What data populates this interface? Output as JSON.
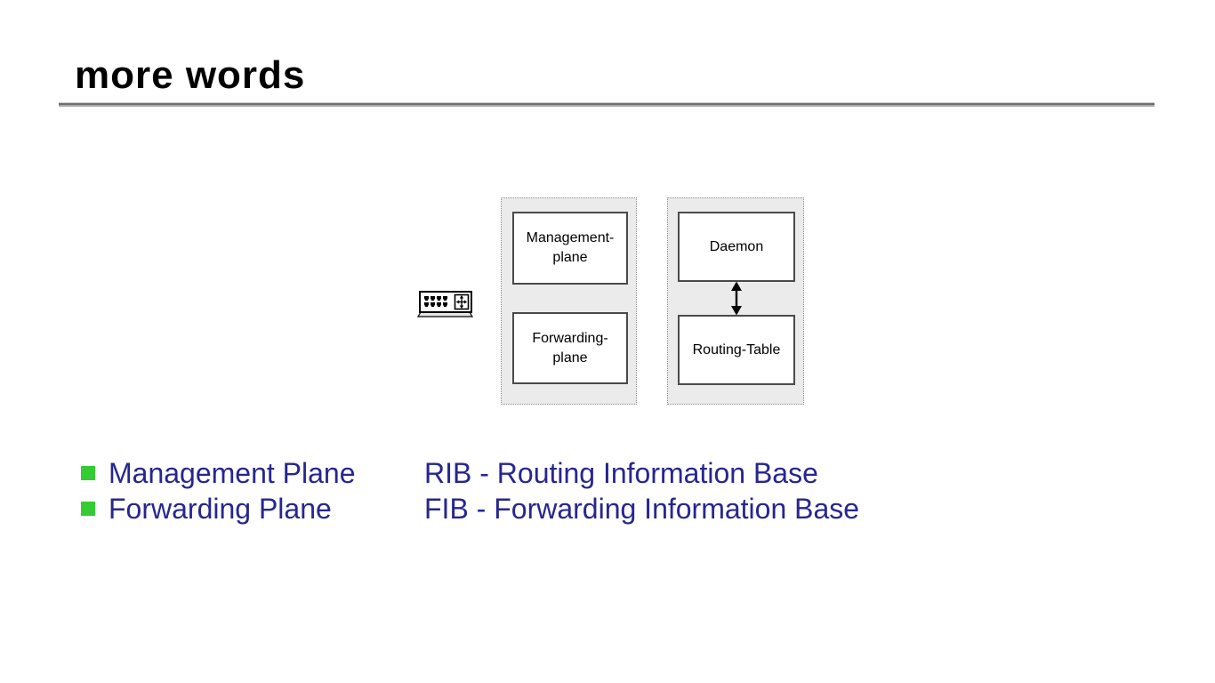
{
  "slide": {
    "title": "more words"
  },
  "diagram": {
    "router_icon": "router-device-icon",
    "left_group": {
      "top_box": {
        "label": "Management-\nplane"
      },
      "bottom_box": {
        "label": "Forwarding-\nplane"
      }
    },
    "right_group": {
      "top_box": {
        "label": "Daemon"
      },
      "bottom_box": {
        "label": "Routing-Table"
      },
      "connector": "vertical-double-arrow"
    }
  },
  "bullets": [
    {
      "term": "Management Plane",
      "definition": "RIB - Routing Information Base"
    },
    {
      "term": "Forwarding Plane",
      "definition": "FIB - Forwarding Information Base"
    }
  ],
  "colors": {
    "body_text_blue": "#26268f",
    "bullet_green": "#33cc33",
    "group_fill": "#ebebeb",
    "box_border": "#4a4a4a",
    "title_rule_gray": "#6e6e6e",
    "diagram_ink": "#000000"
  }
}
